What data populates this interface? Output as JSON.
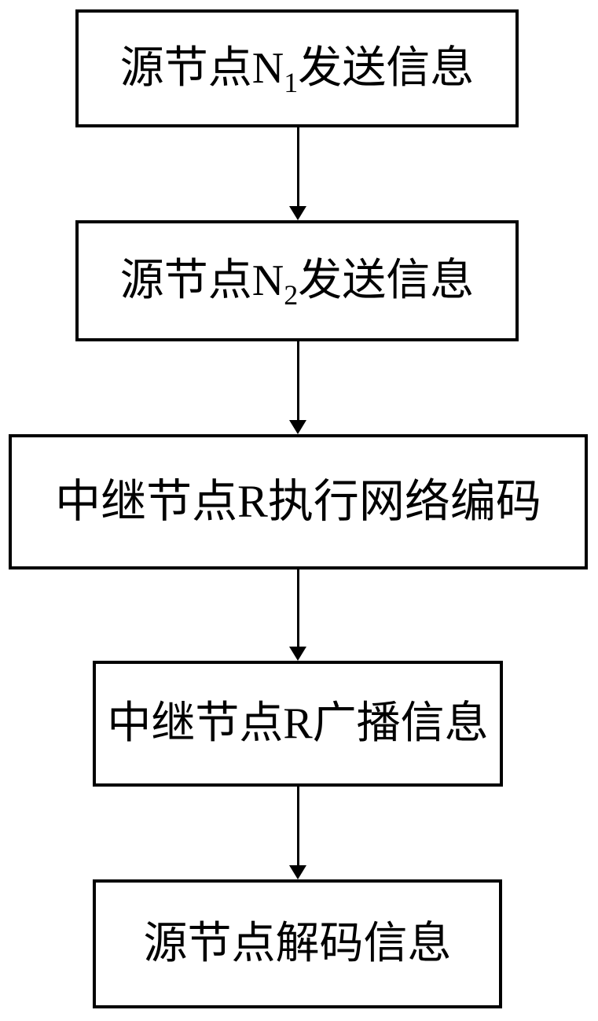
{
  "flowchart": {
    "title": "network-coding-relay-flow",
    "steps": [
      {
        "prefix": "源节点N",
        "sub": "1",
        "suffix": "发送信息"
      },
      {
        "prefix": "源节点N",
        "sub": "2",
        "suffix": "发送信息"
      },
      {
        "prefix": "中继节点R执行网络编码",
        "sub": "",
        "suffix": ""
      },
      {
        "prefix": "中继节点R广播信息",
        "sub": "",
        "suffix": ""
      },
      {
        "prefix": "源节点解码信息",
        "sub": "",
        "suffix": ""
      }
    ],
    "colors": {
      "stroke": "#000000",
      "fill": "#ffffff",
      "text": "#000000"
    }
  }
}
